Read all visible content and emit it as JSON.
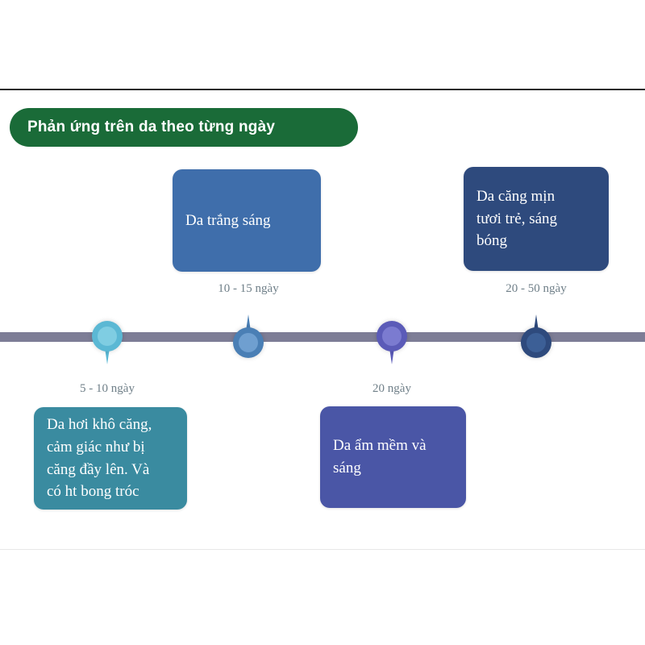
{
  "header": {
    "title": "Phản ứng trên da theo từng ngày",
    "pill_color": "#1a6b38",
    "text_color": "#ffffff"
  },
  "timeline": {
    "axis_color": "#7d7d96",
    "milestones": [
      {
        "date_label": "5 - 10 ngày",
        "description": "Da hơi khô căng,\ncảm giác như bị\ncăng đầy lên. Và\ncó ht bong tróc",
        "card_color": "#3a8ba0",
        "marker_color": "#5bb8d4",
        "marker_inner_color": "#7fcde2",
        "marker_direction": "down",
        "card_position": "below"
      },
      {
        "date_label": "10 - 15 ngày",
        "description": "Da trắng sáng",
        "card_color": "#3f6eab",
        "marker_color": "#4a7fb5",
        "marker_inner_color": "#6f9fd0",
        "marker_direction": "up",
        "card_position": "above"
      },
      {
        "date_label": "20 ngày",
        "description": "Da ẩm mềm và\nsáng",
        "card_color": "#4a56a6",
        "marker_color": "#5b5bb8",
        "marker_inner_color": "#7b7bd0",
        "marker_direction": "down",
        "card_position": "below"
      },
      {
        "date_label": "20 - 50 ngày",
        "description": "Da căng mịn\ntươi trẻ, sáng\nbóng",
        "card_color": "#2e4a7d",
        "marker_color": "#2e4a7d",
        "marker_inner_color": "#3c5f96",
        "marker_direction": "up",
        "card_position": "above"
      }
    ]
  }
}
